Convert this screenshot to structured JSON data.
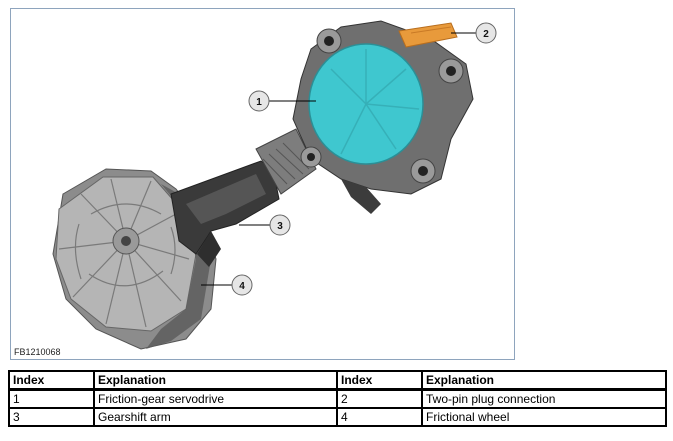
{
  "figure": {
    "id": "FB1210068",
    "callouts": [
      "1",
      "2",
      "3",
      "4"
    ],
    "colors": {
      "frame_border": "#8ea4bd",
      "servodrive_cover": "#3fc7cf",
      "plug": "#e89a3b",
      "housing_gray": "#8a8a8a",
      "wheel_gray": "#a9a9a9",
      "arm_dark": "#3c3c3c"
    }
  },
  "legend": {
    "headers": [
      "Index",
      "Explanation",
      "Index",
      "Explanation"
    ],
    "rows": [
      {
        "index_a": "1",
        "explanation_a": "Friction-gear servodrive",
        "index_b": "2",
        "explanation_b": "Two-pin plug connection"
      },
      {
        "index_a": "3",
        "explanation_a": "Gearshift arm",
        "index_b": "4",
        "explanation_b": "Frictional wheel"
      }
    ]
  }
}
